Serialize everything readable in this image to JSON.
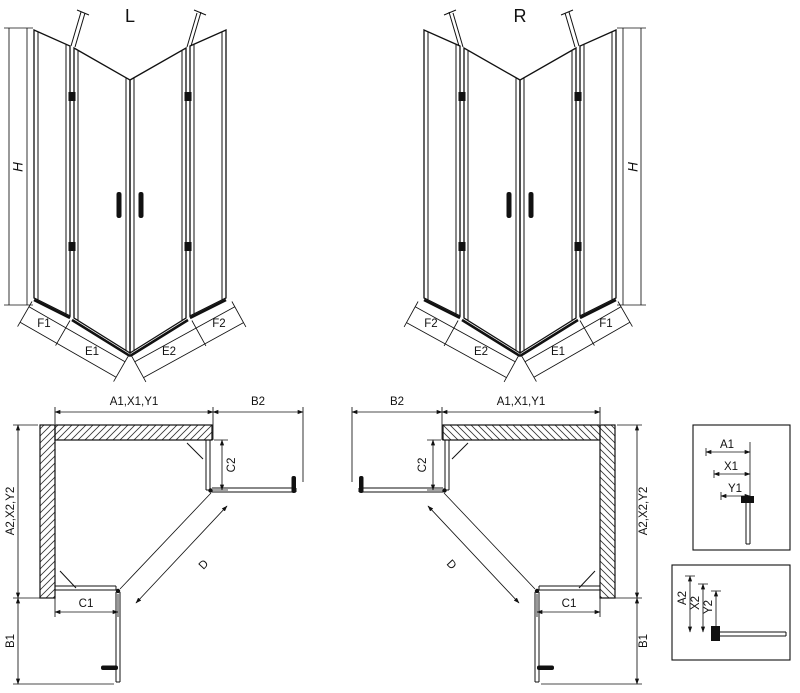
{
  "page": {
    "background": "#ffffff",
    "line_color": "#111111"
  },
  "iso_left": {
    "title": "L",
    "height_label": "H",
    "segment_labels": {
      "f1": "F1",
      "e1": "E1",
      "e2": "E2",
      "f2": "F2"
    }
  },
  "iso_right": {
    "title": "R",
    "height_label": "H",
    "segment_labels": {
      "f2": "F2",
      "e2": "E2",
      "e1": "E1",
      "f1": "F1"
    }
  },
  "plan_left": {
    "width_top": "A1,X1,Y1",
    "door_swing_top": "B2",
    "fixed_return_top": "C2",
    "width_side": "A2,X2,Y2",
    "fixed_return_bottom": "C1",
    "door_swing_side": "B1",
    "entry_diagonal": "D"
  },
  "plan_right": {
    "width_top": "A1,X1,Y1",
    "door_swing_top": "B2",
    "fixed_return_top": "C2",
    "width_side": "A2,X2,Y2",
    "fixed_return_bottom": "C1",
    "door_swing_side": "B1",
    "entry_diagonal": "D"
  },
  "detail_top": {
    "dims": [
      "A1",
      "X1",
      "Y1"
    ]
  },
  "detail_bottom": {
    "dims": [
      "A2",
      "X2",
      "Y2"
    ]
  }
}
